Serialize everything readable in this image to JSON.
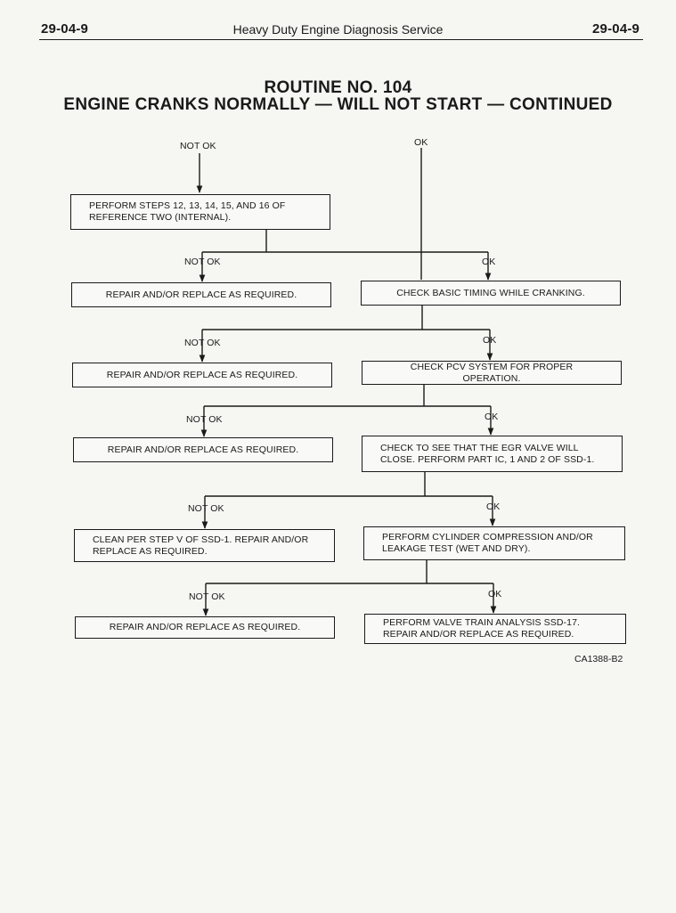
{
  "header": {
    "page_left": "29-04-9",
    "title": "Heavy Duty Engine Diagnosis Service",
    "page_right": "29-04-9"
  },
  "routine": {
    "number": "ROUTINE NO. 104",
    "subtitle": "ENGINE CRANKS NORMALLY — WILL NOT START — CONTINUED"
  },
  "labels": {
    "not_ok": "NOT OK",
    "ok": "OK"
  },
  "boxes": {
    "b0_line1": "PERFORM STEPS 12, 13, 14, 15, AND 16 OF",
    "b0_line2": "REFERENCE TWO (INTERNAL).",
    "l1": "REPAIR AND/OR REPLACE AS REQUIRED.",
    "r1": "CHECK BASIC TIMING WHILE CRANKING.",
    "l2": "REPAIR AND/OR REPLACE AS REQUIRED.",
    "r2": "CHECK PCV SYSTEM FOR PROPER OPERATION.",
    "l3": "REPAIR AND/OR REPLACE AS REQUIRED.",
    "r3_line1": "CHECK TO SEE THAT THE EGR VALVE WILL",
    "r3_line2": "CLOSE. PERFORM PART IC, 1 AND 2 OF SSD-1.",
    "l4_line1": "CLEAN PER STEP V OF SSD-1. REPAIR AND/OR",
    "l4_line2": "REPLACE AS REQUIRED.",
    "r4_line1": "PERFORM CYLINDER COMPRESSION AND/OR",
    "r4_line2": "LEAKAGE TEST (WET AND DRY).",
    "l5": "REPAIR AND/OR REPLACE AS REQUIRED.",
    "r5_line1": "PERFORM VALVE TRAIN ANALYSIS SSD-17.",
    "r5_line2": "REPAIR AND/OR REPLACE AS REQUIRED."
  },
  "figure_ref": "CA1388-B2"
}
